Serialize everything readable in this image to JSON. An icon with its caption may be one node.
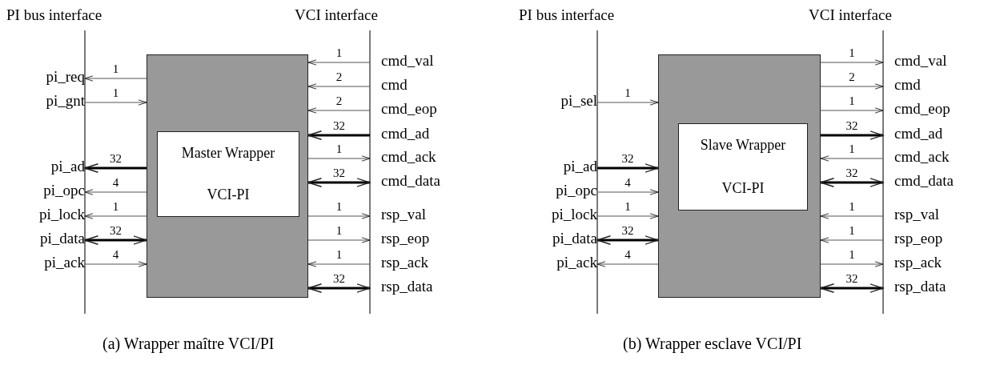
{
  "diagram": {
    "nodes": [
      {
        "text": [],
        "shape": "box"
      },
      {
        "text": [
          "Master Wrapper",
          "VCI-PI"
        ],
        "in": 0
      },
      {
        "text": [
          "pi_req"
        ]
      },
      {
        "text": [
          "pi_gnt"
        ]
      },
      {
        "text": [
          "pi_ad"
        ]
      },
      {
        "text": [
          "pi_opc"
        ]
      },
      {
        "text": [
          "pi_lock"
        ]
      },
      {
        "text": [
          "pi_data"
        ]
      },
      {
        "text": [
          "pi_ack"
        ]
      },
      {
        "text": [
          "cmd_val"
        ]
      },
      {
        "text": [
          "cmd"
        ]
      },
      {
        "text": [
          "cmd_eop"
        ]
      },
      {
        "text": [
          "cmd_ad"
        ]
      },
      {
        "text": [
          "cmd_ack"
        ]
      },
      {
        "text": [
          "cmd_data"
        ]
      },
      {
        "text": [
          "rsp_val"
        ]
      },
      {
        "text": [
          "rsp_eop"
        ]
      },
      {
        "text": [
          "rsp_ack"
        ]
      },
      {
        "text": [
          "rsp_data"
        ]
      },
      {
        "text": [],
        "shape": "box"
      },
      {
        "text": [
          "Slave Wrapper",
          "VCI-PI"
        ],
        "in": 19
      },
      {
        "text": [
          "pi_sel"
        ]
      },
      {
        "text": [
          "pi_ad"
        ]
      },
      {
        "text": [
          "pi_opc"
        ]
      },
      {
        "text": [
          "pi_lock"
        ]
      },
      {
        "text": [
          "pi_data"
        ]
      },
      {
        "text": [
          "pi_ack"
        ]
      },
      {
        "text": [
          "cmd_val"
        ]
      },
      {
        "text": [
          "cmd"
        ]
      },
      {
        "text": [
          "cmd_eop"
        ]
      },
      {
        "text": [
          "cmd_ad"
        ]
      },
      {
        "text": [
          "cmd_ack"
        ]
      },
      {
        "text": [
          "cmd_data"
        ]
      },
      {
        "text": [
          "rsp_val"
        ]
      },
      {
        "text": [
          "rsp_eop"
        ]
      },
      {
        "text": [
          "rsp_ack"
        ]
      },
      {
        "text": [
          "rsp_data"
        ]
      }
    ],
    "edges": [
      {
        "from": 0,
        "to": 2,
        "arrow": "to",
        "label": "1"
      },
      {
        "from": 3,
        "to": 0,
        "arrow": "to",
        "label": "1"
      },
      {
        "from": 0,
        "to": 4,
        "arrow": "to",
        "label": "32",
        "style": "thick"
      },
      {
        "from": 0,
        "to": 5,
        "arrow": "to",
        "label": "4"
      },
      {
        "from": 0,
        "to": 6,
        "arrow": "to",
        "label": "1"
      },
      {
        "from": 0,
        "to": 7,
        "arrow": "both",
        "label": "32",
        "style": "thick"
      },
      {
        "from": 8,
        "to": 0,
        "arrow": "to",
        "label": "4"
      },
      {
        "from": 9,
        "to": 0,
        "arrow": "to",
        "label": "1"
      },
      {
        "from": 10,
        "to": 0,
        "arrow": "to",
        "label": "2"
      },
      {
        "from": 11,
        "to": 0,
        "arrow": "to",
        "label": "2"
      },
      {
        "from": 12,
        "to": 0,
        "arrow": "to",
        "label": "32",
        "style": "thick"
      },
      {
        "from": 0,
        "to": 13,
        "arrow": "to",
        "label": "1"
      },
      {
        "from": 0,
        "to": 14,
        "arrow": "both",
        "label": "32",
        "style": "thick"
      },
      {
        "from": 0,
        "to": 15,
        "arrow": "to",
        "label": "1"
      },
      {
        "from": 0,
        "to": 16,
        "arrow": "to",
        "label": "1"
      },
      {
        "from": 17,
        "to": 0,
        "arrow": "to",
        "label": "1"
      },
      {
        "from": 0,
        "to": 18,
        "arrow": "both",
        "label": "32",
        "style": "thick"
      },
      {
        "from": 21,
        "to": 19,
        "arrow": "to",
        "label": "1"
      },
      {
        "from": 22,
        "to": 19,
        "arrow": "to",
        "label": "32",
        "style": "thick"
      },
      {
        "from": 23,
        "to": 19,
        "arrow": "to",
        "label": "4"
      },
      {
        "from": 24,
        "to": 19,
        "arrow": "to",
        "label": "1"
      },
      {
        "from": 19,
        "to": 25,
        "arrow": "both",
        "label": "32",
        "style": "thick"
      },
      {
        "from": 19,
        "to": 26,
        "arrow": "to",
        "label": "4"
      },
      {
        "from": 19,
        "to": 27,
        "arrow": "to",
        "label": "1"
      },
      {
        "from": 19,
        "to": 28,
        "arrow": "to",
        "label": "2"
      },
      {
        "from": 19,
        "to": 29,
        "arrow": "to",
        "label": "1"
      },
      {
        "from": 19,
        "to": 30,
        "arrow": "to",
        "label": "32",
        "style": "thick"
      },
      {
        "from": 31,
        "to": 19,
        "arrow": "to",
        "label": "1"
      },
      {
        "from": 19,
        "to": 32,
        "arrow": "both",
        "label": "32",
        "style": "thick"
      },
      {
        "from": 33,
        "to": 19,
        "arrow": "to",
        "label": "1"
      },
      {
        "from": 34,
        "to": 19,
        "arrow": "to",
        "label": "1"
      },
      {
        "from": 19,
        "to": 35,
        "arrow": "to",
        "label": "1"
      },
      {
        "from": 19,
        "to": 36,
        "arrow": "both",
        "label": "32",
        "style": "thick"
      }
    ],
    "labels": [
      "PI bus interface",
      "VCI interface",
      "PI bus interface",
      "VCI interface",
      "(a) Wrapper maître VCI/PI",
      "(b) Wrapper esclave VCI/PI"
    ]
  }
}
